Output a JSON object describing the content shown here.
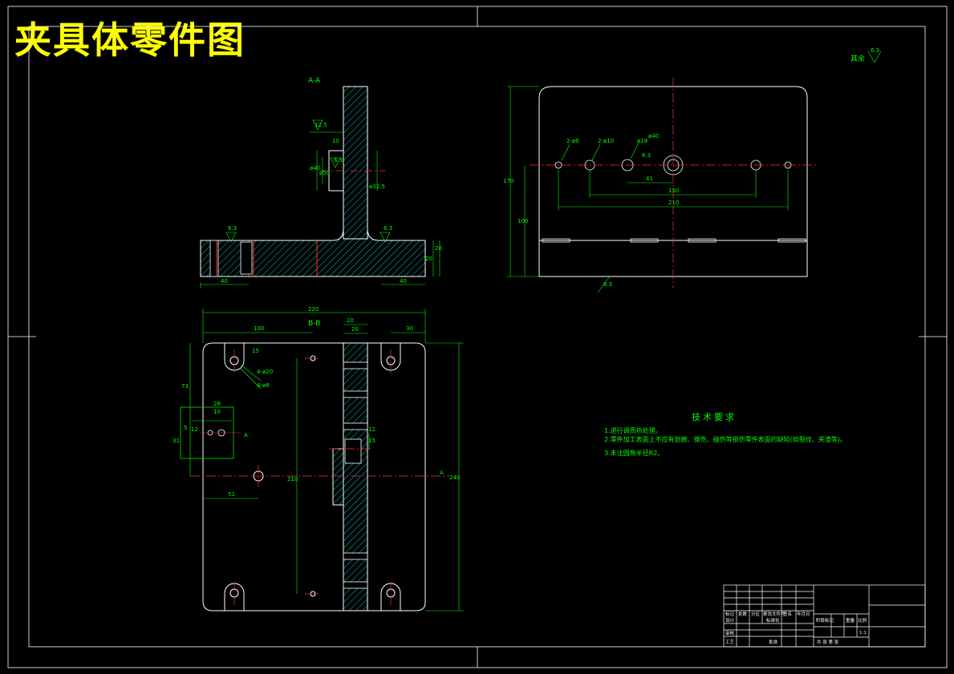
{
  "title": "夹具体零件图",
  "technical_requirements": {
    "heading": "技术要求",
    "items": [
      "1.进行调质热处理。",
      "2.零件加工表面上不应有划痕、擦伤、碰伤等损伤零件表面的缺陷(如裂纹、夹渣等)。",
      "3.未注圆角半径R2。"
    ]
  },
  "surface_note": "其余",
  "section_labels": {
    "aa": "A-A",
    "bb": "B-B"
  },
  "dimensions": {
    "section_aa": [
      "12.5",
      "10",
      "6.3",
      "ø40",
      "ø50",
      "ø32.5",
      "6.3",
      "6.3",
      "40",
      "40",
      "20",
      "20"
    ],
    "plan_view": [
      "220",
      "100",
      "20",
      "20",
      "30",
      "15",
      "4-ø20",
      "4-ø8",
      "73",
      "26",
      "10",
      "5",
      "12",
      "31",
      "A",
      "A",
      "51",
      "210",
      "240",
      "12",
      "15"
    ],
    "side_view": [
      "2-ø6",
      "2-ø10",
      "ø18",
      "ø40",
      "6.3",
      "41",
      "150",
      "210",
      "170",
      "100",
      "6.3"
    ]
  },
  "title_block": {
    "row_labels": [
      "标记",
      "处数",
      "分区",
      "更改文件号",
      "签名",
      "年月日"
    ],
    "design_label": "设计",
    "standard_label": "标准化",
    "review_label": "审核",
    "process_label": "工艺",
    "approve_label": "批准",
    "stage_label": "阶段标记",
    "weight_label": "重量",
    "scale_label": "比例",
    "scale_value": "1:1",
    "sheet_label": "共 张 第 张"
  }
}
